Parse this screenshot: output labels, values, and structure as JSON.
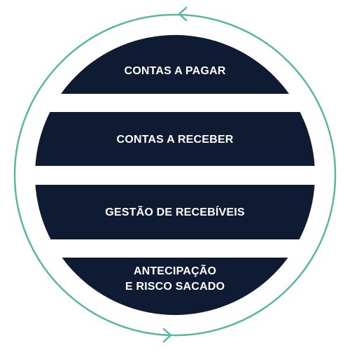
{
  "colors": {
    "band": "#0e1b33",
    "ring": "#5bb5a2",
    "text": "#ffffff",
    "background": "#ffffff"
  },
  "cycle": {
    "arrows": [
      "arrow-top-icon",
      "arrow-bottom-icon"
    ]
  },
  "bands": [
    {
      "line1": "CONTAS A PAGAR",
      "line2": ""
    },
    {
      "line1": "CONTAS A RECEBER",
      "line2": ""
    },
    {
      "line1": "GESTÃO DE RECEBÍVEIS",
      "line2": ""
    },
    {
      "line1": "ANTECIPAÇÃO",
      "line2": "E RISCO SACADO"
    }
  ]
}
